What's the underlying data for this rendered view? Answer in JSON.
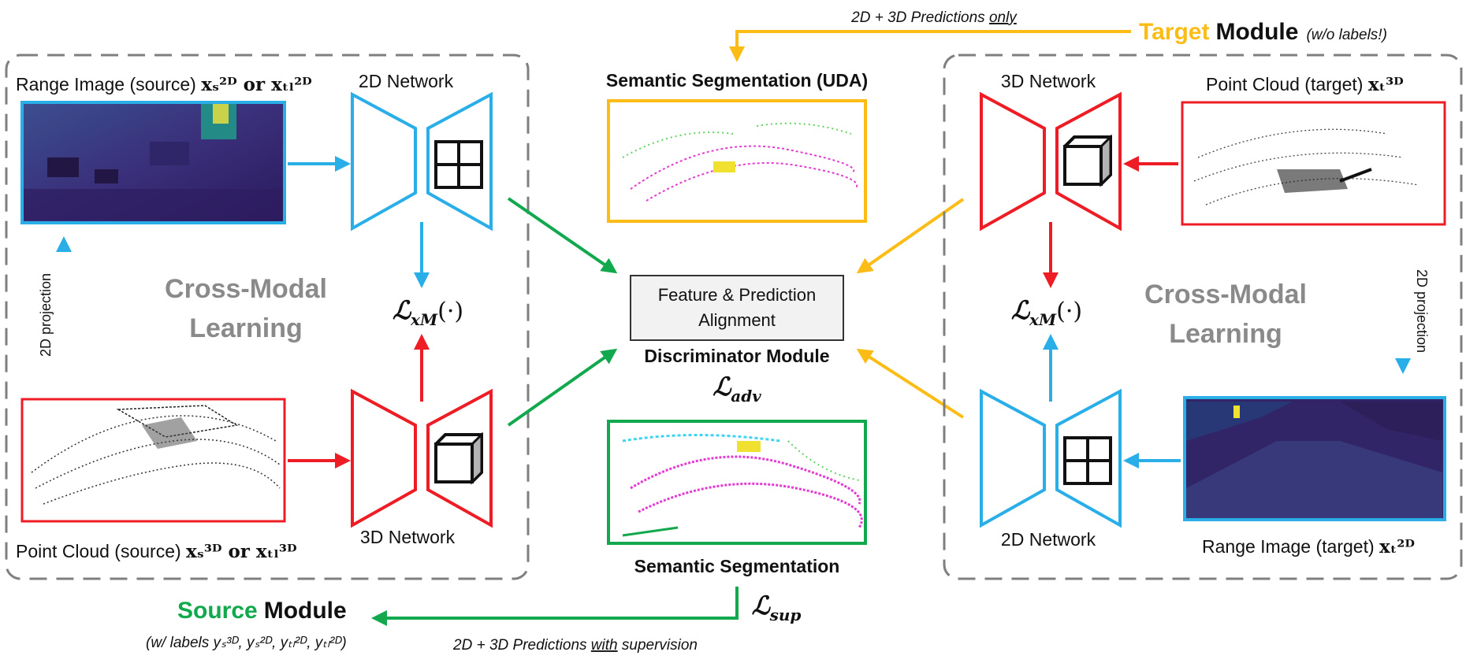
{
  "colors": {
    "blue": "#29aee8",
    "red": "#ee1c24",
    "green": "#12a84e",
    "yellow": "#fcbc16",
    "gray_text": "#8a8a8a",
    "dashed_border": "#7f7f7f"
  },
  "top": {
    "target_word": "Target",
    "module_word": "Module",
    "target_note": "(w/o labels!)",
    "predictions_prefix": "2D + 3D Predictions ",
    "predictions_only": "only"
  },
  "left_panel": {
    "range_image_label": "Range Image (source) ",
    "range_image_math": "xₛ²ᴰ or xₜₗ²ᴰ",
    "net_2d_label": "2D Network",
    "net_3d_label": "3D Network",
    "projection_label": "2D projection",
    "cross_modal_line1": "Cross-Modal",
    "cross_modal_line2": "Learning",
    "loss_xm": "ℒ",
    "loss_xm_sub": "xM",
    "loss_xm_arg": "(·)",
    "point_cloud_label": "Point Cloud (source) ",
    "point_cloud_math": "xₛ³ᴰ or xₜₗ³ᴰ"
  },
  "center": {
    "seg_uda_title": "Semantic Segmentation (UDA)",
    "alignment_line1": "Feature & Prediction",
    "alignment_line2": "Alignment",
    "discriminator_title": "Discriminator Module",
    "loss_adv": "ℒ",
    "loss_adv_sub": "adv",
    "seg_title": "Semantic Segmentation",
    "loss_sup": "ℒ",
    "loss_sup_sub": "sup"
  },
  "right_panel": {
    "net_3d_label": "3D Network",
    "net_2d_label": "2D Network",
    "point_cloud_label": "Point Cloud (target) ",
    "point_cloud_math": "xₜ³ᴰ",
    "projection_label": "2D projection",
    "cross_modal_line1": "Cross-Modal",
    "cross_modal_line2": "Learning",
    "loss_xm": "ℒ",
    "loss_xm_sub": "xM",
    "loss_xm_arg": "(·)",
    "range_image_label": "Range Image (target) ",
    "range_image_math": "xₜ²ᴰ"
  },
  "bottom": {
    "source_word": "Source",
    "module_word": "Module",
    "labels_note": "(w/ labels yₛ³ᴰ, yₛ²ᴰ, yₜₗ²ᴰ, yₜₗ²ᴰ)",
    "predictions_prefix": "2D + 3D Predictions ",
    "predictions_with": "with",
    "predictions_suffix": " supervision"
  }
}
